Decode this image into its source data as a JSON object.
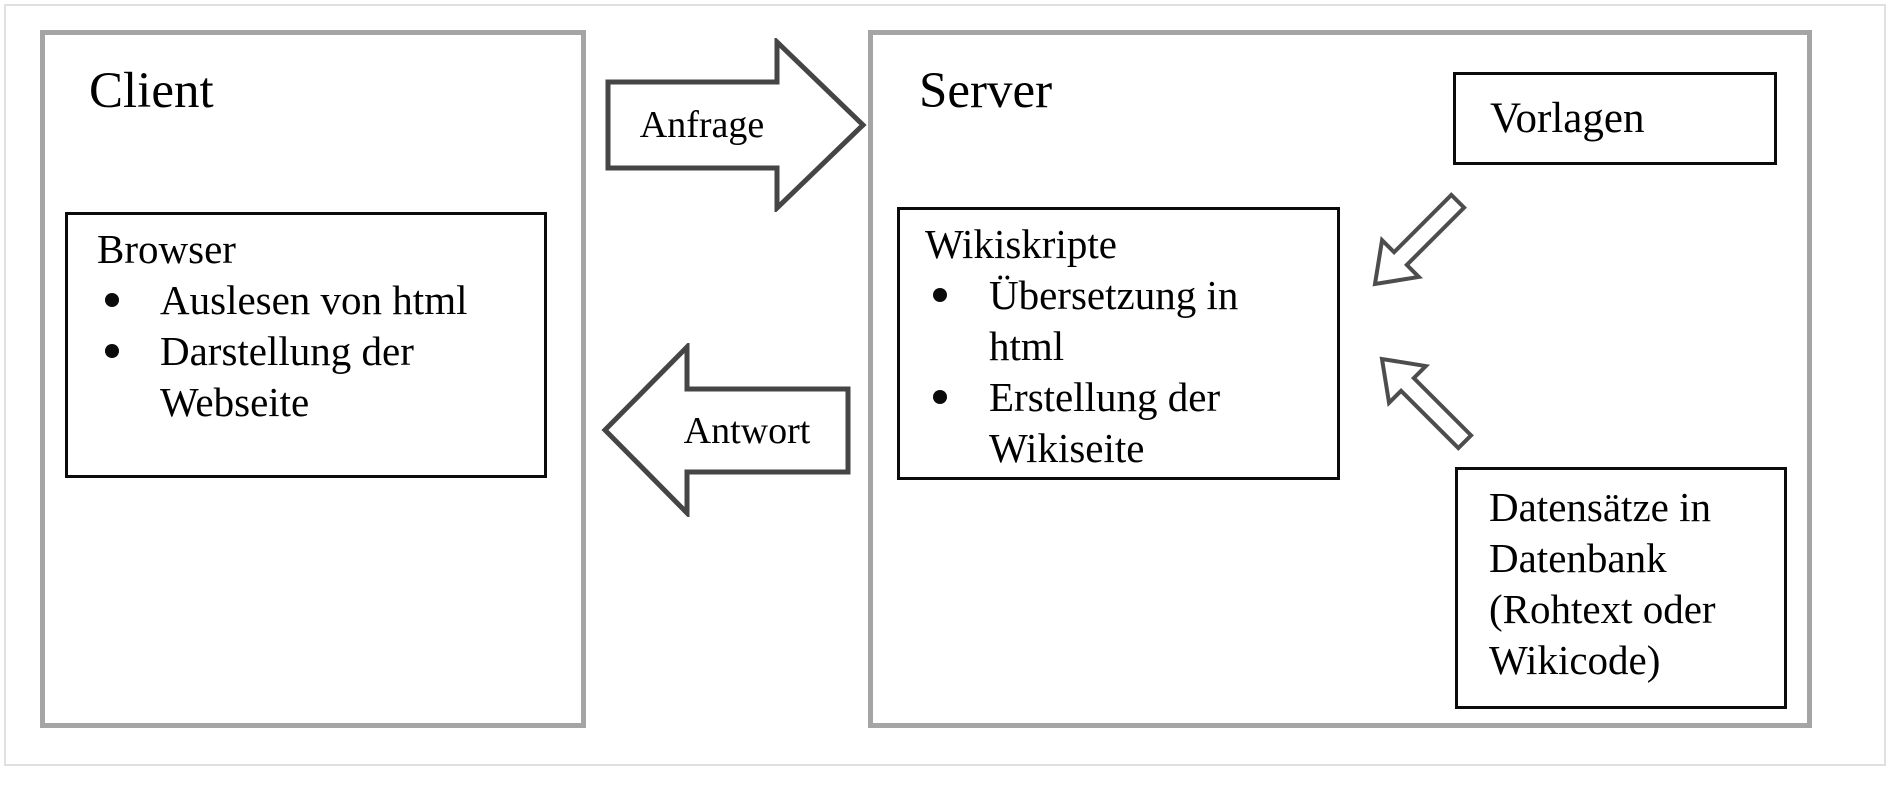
{
  "client": {
    "title": "Client",
    "browser": {
      "title": "Browser",
      "items": [
        "Auslesen von html",
        "Darstellung der Webseite"
      ]
    }
  },
  "server": {
    "title": "Server",
    "wikiscripts": {
      "title": "Wikiskripte",
      "items": [
        "Übersetzung in html",
        "Erstellung der Wikiseite"
      ]
    },
    "templates": {
      "label": "Vorlagen"
    },
    "datasets": {
      "label": "Datensätze in Datenbank (Rohtext oder Wikicode)"
    }
  },
  "arrows": {
    "request_label": "Anfrage",
    "response_label": "Antwort",
    "templates_to_wikiscripts_icon": "arrow-down-left-icon",
    "datasets_to_wikiscripts_icon": "arrow-up-left-icon"
  },
  "colors": {
    "container_border": "#a5a5a5",
    "inner_box_border": "#0b0b0b",
    "arrow_stroke": "#454545",
    "frame_border": "#e0e0e0",
    "text": "#000000",
    "background": "#ffffff"
  }
}
